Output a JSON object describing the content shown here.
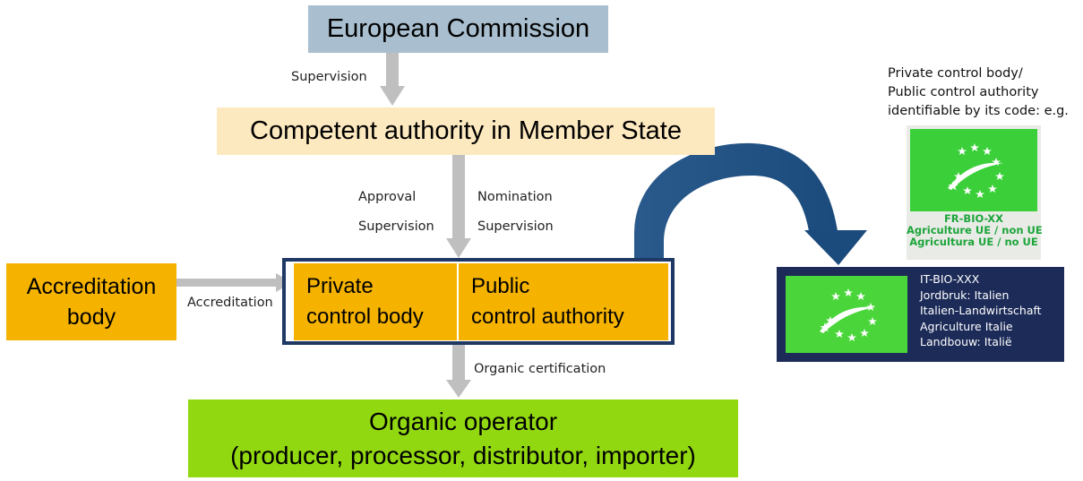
{
  "boxes": {
    "european_commission": "European Commission",
    "competent_authority": "Competent authority in Member State",
    "accreditation_body": [
      "Accreditation",
      "body"
    ],
    "private_control_body": [
      "Private",
      "control body"
    ],
    "public_control_authority": [
      "Public",
      "control authority"
    ],
    "organic_operator": [
      "Organic operator",
      "(producer, processor, distributor, importer)"
    ]
  },
  "edge_labels": {
    "supervision": "Supervision",
    "approval": "Approval",
    "approval_supervision": "Supervision",
    "nomination": "Nomination",
    "nomination_supervision": "Supervision",
    "accreditation": "Accreditation",
    "organic_certification": "Organic certification"
  },
  "note": [
    "Private control body/",
    "Public control authority",
    "identifiable by its code: e.g."
  ],
  "fr_label": [
    "FR-BIO-XX",
    "Agriculture UE / non UE",
    "Agricultura UE / no UE"
  ],
  "it_label": [
    "IT-BIO-XXX",
    "Jordbruk: Italien",
    "Italien-Landwirtschaft",
    "Agriculture Italie",
    "Landbouw: Italië"
  ],
  "colors": {
    "commission": "#a9bfcf",
    "competent": "#fde9bf",
    "control": "#f5b300",
    "operator": "#92d811",
    "frame": "#1f3864",
    "arrow_grey": "#bfbfbf",
    "curved_arrow": "#1f4e79"
  }
}
